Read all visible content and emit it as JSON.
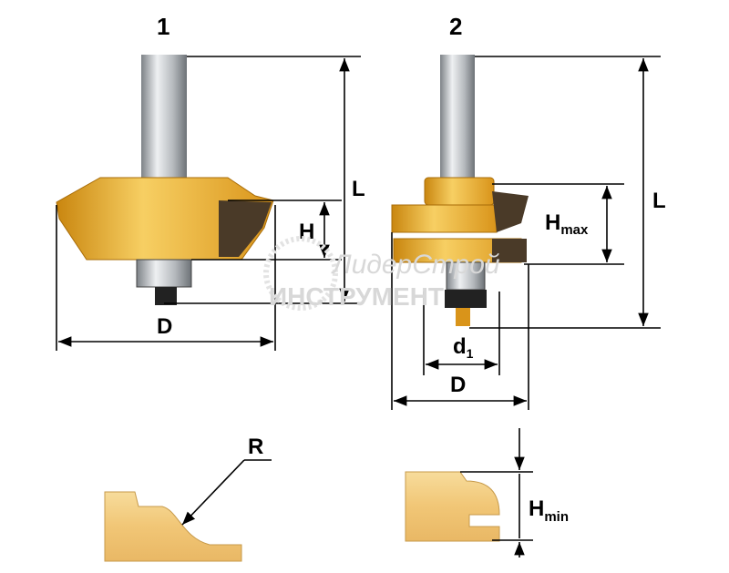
{
  "figure_1": {
    "number": "1",
    "dim_length": "L",
    "dim_height": "H",
    "dim_diameter": "D",
    "profile_radius": "R"
  },
  "figure_2": {
    "number": "2",
    "dim_length": "L",
    "dim_hmax_main": "H",
    "dim_hmax_sub": "max",
    "dim_shank_main": "d",
    "dim_shank_sub": "1",
    "dim_diameter": "D",
    "dim_hmin_main": "H",
    "dim_hmin_sub": "min"
  },
  "watermark": {
    "script_text": "ЛидерСтрой",
    "block_text": "ИНСТРУМЕНТ"
  },
  "colors": {
    "cutter_body": "#e8a020",
    "cutter_highlight": "#f7cf63",
    "shank": "#b8bcc0",
    "carbide": "#4a3a28",
    "wood": "#f3cf84"
  }
}
